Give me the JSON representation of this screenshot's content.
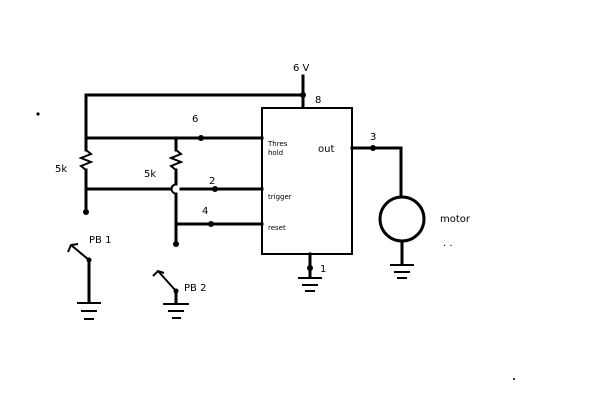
{
  "supply_label": "6 V",
  "ic": {
    "pin8": "8",
    "pin6": "6",
    "pin2": "2",
    "pin4": "4",
    "pin3": "3",
    "pin1": "1",
    "threshold_line1": "Thres",
    "threshold_line2": "hold",
    "trigger_label": "trigger",
    "reset_label": "reset",
    "out_label": "out"
  },
  "resistor_left_label": "5k",
  "resistor_mid_label": "5k",
  "pb1_label": "PB 1",
  "pb2_label": "PB 2",
  "motor_label": "motor",
  "motor_dots": ". ."
}
